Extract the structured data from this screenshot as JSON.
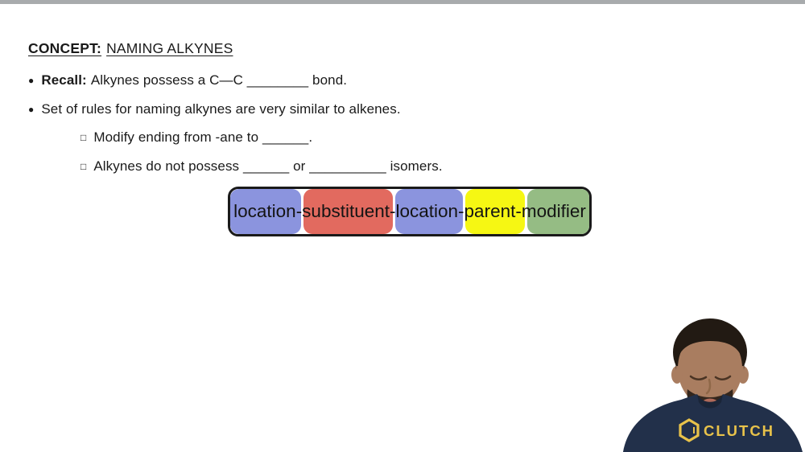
{
  "title": {
    "prefix": "CONCEPT:",
    "text": "NAMING ALKYNES"
  },
  "bullets": [
    {
      "marker": "●",
      "bold": "Recall:",
      "text": "Alkynes possess a C—C ________ bond."
    },
    {
      "marker": "●",
      "text": "Set of rules for naming alkynes are very similar to alkenes."
    }
  ],
  "sub_bullets": [
    {
      "marker": "□",
      "text": "Modify ending from -ane to ______."
    },
    {
      "marker": "□",
      "text": "Alkynes do not possess ______ or __________ isomers."
    }
  ],
  "diagram": {
    "full_label": "location-substituent-location-parent-modifier",
    "segments": [
      {
        "label": "location",
        "color": "#8b94de",
        "width_pct": 19.7
      },
      {
        "label": "substituent",
        "color": "#e26a5f",
        "width_pct": 25.0
      },
      {
        "label": "location",
        "color": "#8b94de",
        "width_pct": 18.8
      },
      {
        "label": "parent",
        "color": "#f6f713",
        "width_pct": 16.6
      },
      {
        "label": "modifier",
        "color": "#95bc84",
        "width_pct": 19.9
      }
    ]
  },
  "instructor": {
    "shirt_logo_text": "CLUTCH",
    "shirt_logo_icon": "benzene-hexagon-icon"
  },
  "colors": {
    "top_bar": "#a8abad",
    "diagram_border": "#1a1a1a",
    "text": "#1a1a1a",
    "shirt": "#22304a",
    "shirt_shadow": "#1a2538",
    "logo_gold": "#e8c24a",
    "skin": "#a97d60",
    "skin_shadow": "#8f6covered",
    "hair": "#221a13"
  }
}
